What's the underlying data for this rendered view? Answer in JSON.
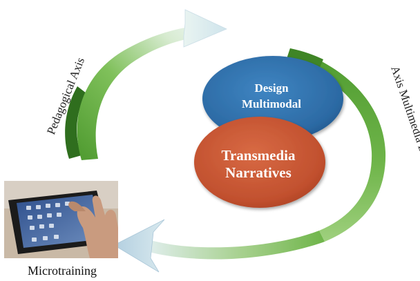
{
  "diagram": {
    "center_top": {
      "line1": "Design",
      "line2": "Multimodal",
      "color": "#2f6fa8"
    },
    "center_bottom": {
      "line1": "Transmedia",
      "line2": "Narratives",
      "color": "#c2502f"
    },
    "left_axis_label": "Pedagogical Axis",
    "right_axis_label": "Axis Multimedia Design",
    "device_caption": "Microtraining",
    "colors": {
      "ribbon_green": "#5aa83a",
      "ribbon_light": "#e6f2ee",
      "arrow_blue": "#bcd6e4"
    }
  }
}
